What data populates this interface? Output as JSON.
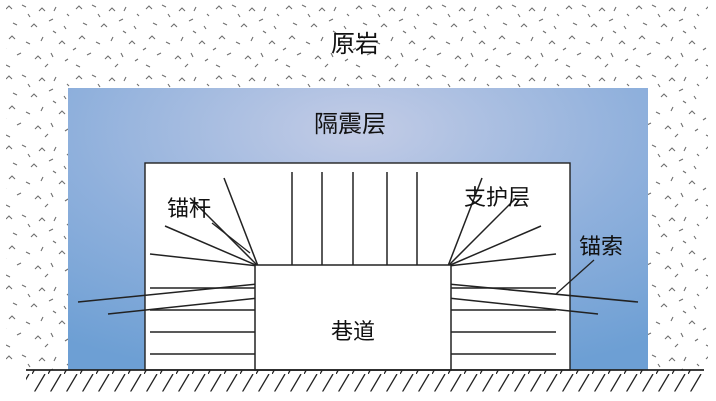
{
  "diagram": {
    "labels": {
      "native_rock": "原岩",
      "isolation_layer": "隔震层",
      "support_layer": "支护层",
      "anchor_bolt": "锚杆",
      "anchor_cable": "锚索",
      "roadway": "巷道"
    },
    "colors": {
      "isolation_top": "#c3cce6",
      "isolation_mid": "#8fb0dc",
      "isolation_edge": "#6d9fd4",
      "speckle": "#6f6f6f",
      "line": "#222222",
      "surface_white": "#ffffff"
    }
  }
}
